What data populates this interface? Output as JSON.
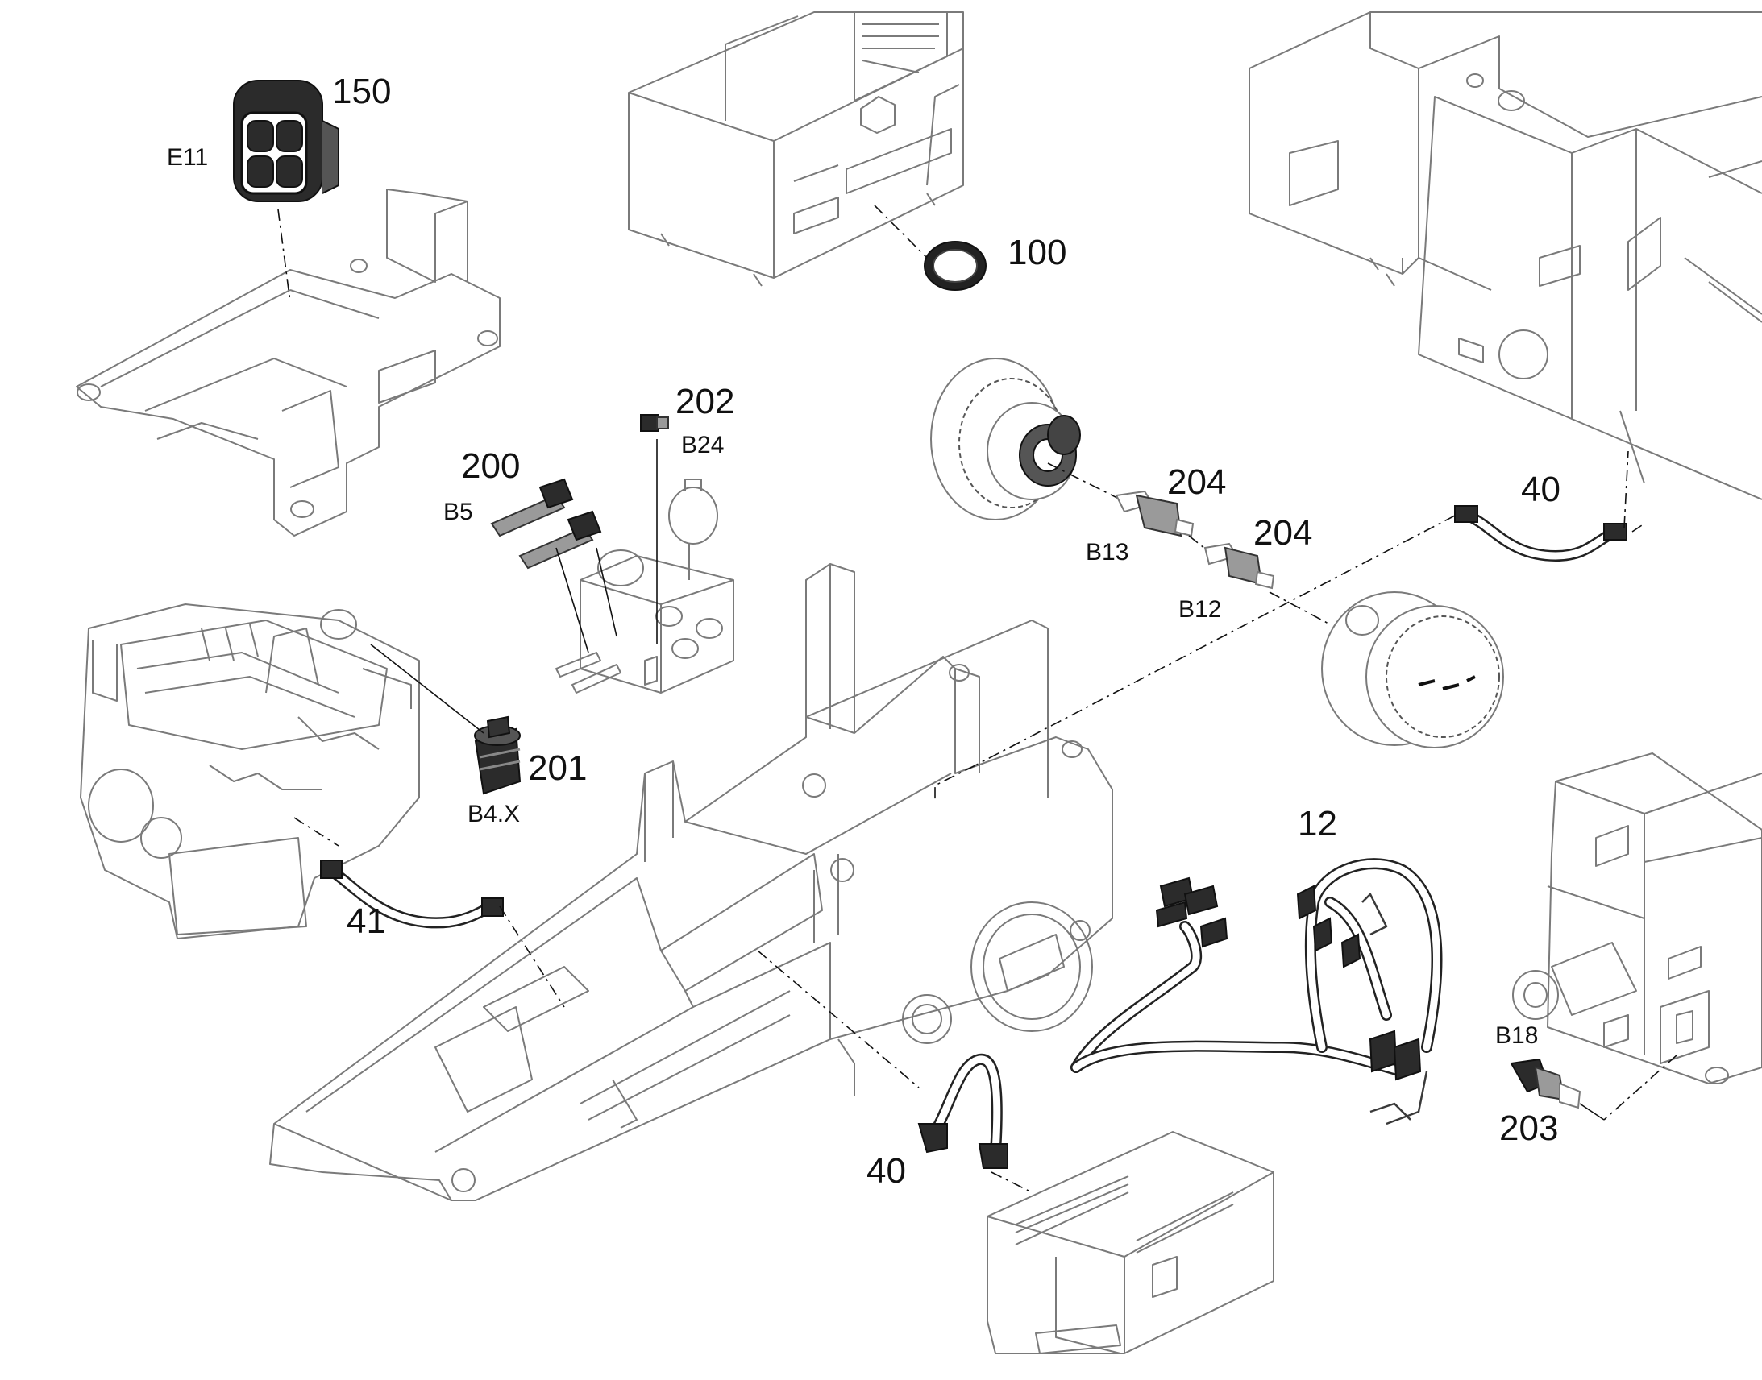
{
  "callouts": {
    "c150": "150",
    "c100": "100",
    "c202": "202",
    "c200": "200",
    "c204a": "204",
    "c204b": "204",
    "c40a": "40",
    "c201": "201",
    "c12": "12",
    "c41": "41",
    "c40b": "40",
    "c203": "203"
  },
  "designators": {
    "e11": "E11",
    "b24": "B24",
    "b5": "B5",
    "b13": "B13",
    "b12": "B12",
    "b4x": "B4.X",
    "b18": "B18"
  }
}
